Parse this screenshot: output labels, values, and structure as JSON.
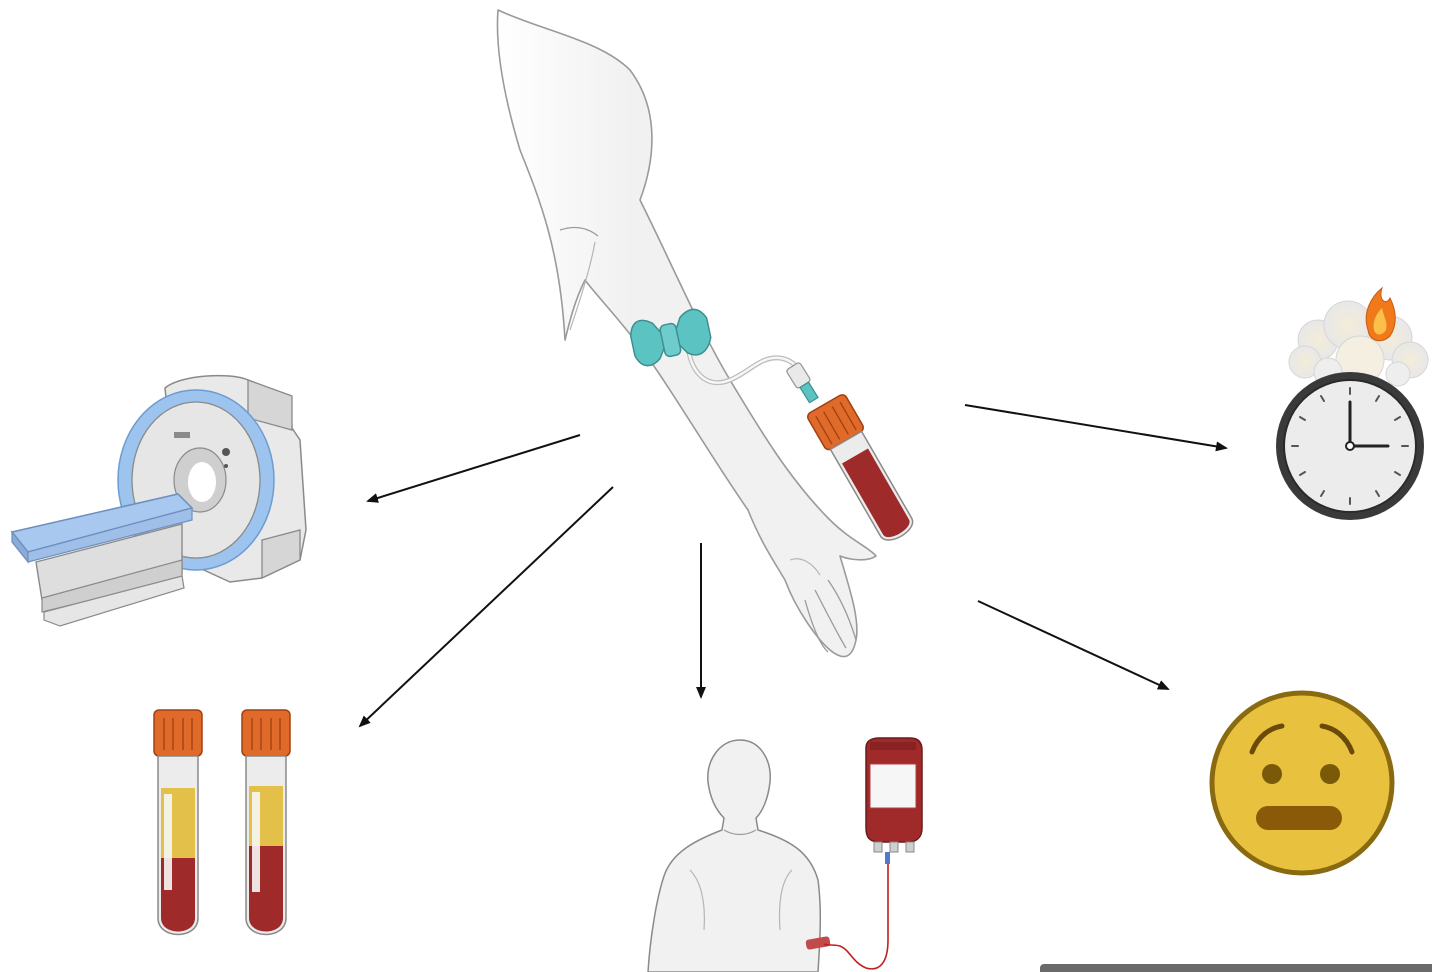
{
  "figure": {
    "hub": "blood-draw-arm",
    "nodes": [
      {
        "id": "mri-scanner",
        "icon": "mri-scanner-icon"
      },
      {
        "id": "blood-sample-tubes",
        "icon": "blood-tubes-icon"
      },
      {
        "id": "patient-transfusion",
        "icon": "transfusion-patient-icon"
      },
      {
        "id": "burning-clock",
        "icon": "burning-clock-icon"
      },
      {
        "id": "anxious-face",
        "icon": "anxious-face-icon"
      }
    ],
    "colors": {
      "skin": "#f1f1f1",
      "outline": "#8a8a8a",
      "butterfly_needle": "#5cc3c3",
      "tube_cap": "#e06a2a",
      "blood": "#9e2a2a",
      "plasma": "#e2c04a",
      "mri_accent": "#9cc4ee",
      "emoji_face": "#e8c23e",
      "emoji_outline": "#8a6a10",
      "flame": "#f07a1a",
      "arrow": "#111111"
    }
  }
}
